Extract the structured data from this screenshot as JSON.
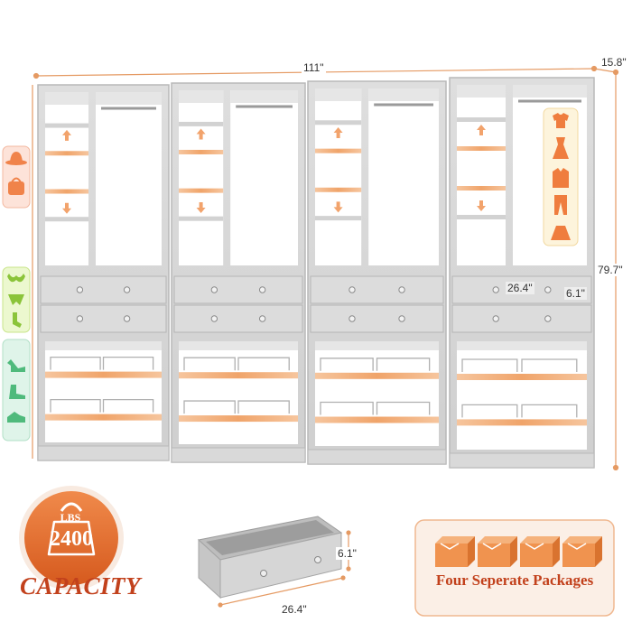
{
  "dimensions": {
    "width": "111\"",
    "depth": "15.8\"",
    "height": "79.7\"",
    "drawer_width": "26.4\"",
    "drawer_height": "6.1\"",
    "loose_drawer_width": "26.4\"",
    "loose_drawer_height": "6.1\""
  },
  "capacity": {
    "unit": "LBS",
    "value": "2400",
    "label": "CAPACITY"
  },
  "packages": {
    "label": "Four Seperate Packages"
  },
  "colors": {
    "cabinet": "#d7d7d7",
    "cabinet_edge": "#b9b9b9",
    "shelf_highlight": "#f2b07f",
    "accent": "#e8783a",
    "dim_line": "#e59a63",
    "capacity_text": "#c2411c"
  },
  "icons": {
    "upper_tag": [
      "hat-icon",
      "handbag-icon"
    ],
    "middle_tag": [
      "bra-icon",
      "underwear-icon",
      "socks-icon"
    ],
    "lower_tag": [
      "high-heel-icon",
      "boot-icon",
      "sneaker-icon"
    ],
    "hanging_clothes": [
      "tshirt-icon",
      "dress-icon",
      "jacket-icon",
      "pants-icon",
      "skirt-icon"
    ]
  }
}
